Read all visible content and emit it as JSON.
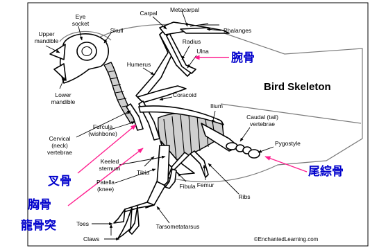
{
  "title": "Bird Skeleton",
  "credit": "©EnchantedLearning.com",
  "labels": {
    "eye_socket_1": "Eye",
    "eye_socket_2": "socket",
    "skull": "Skull",
    "upper_mandible_1": "Upper",
    "upper_mandible_2": "mandible",
    "lower_mandible_1": "Lower",
    "lower_mandible_2": "mandible",
    "carpal": "Carpal",
    "metacarpal": "Metacarpal",
    "phalanges": "Phalanges",
    "radius": "Radius",
    "ulna": "Ulna",
    "humerus": "Humerus",
    "coracoid": "Coracoid",
    "ilium": "Ilium",
    "caudal_1": "Caudal (tail)",
    "caudal_2": "vertebrae",
    "pygostyle": "Pygostyle",
    "cervical_1": "Cervical",
    "cervical_2": "(neck)",
    "cervical_3": "vertebrae",
    "furcula_1": "Furcula",
    "furcula_2": "(wishbone)",
    "keeled_1": "Keeled",
    "keeled_2": "sternum",
    "patella_1": "Patella",
    "patella_2": "(knee)",
    "tibia": "Tibia",
    "fibula": "Fibula",
    "femur": "Femur",
    "ribs": "Ribs",
    "tarsometatarsus": "Tarsometatarsus",
    "toes": "Toes",
    "claws": "Claws"
  },
  "annotations": {
    "ulna_zh": "腕骨",
    "pygostyle_zh": "尾綜骨",
    "furcula_zh": "叉骨",
    "sternum_zh": "胸骨",
    "keel_zh": "龍骨突"
  },
  "colors": {
    "annotation_text": "#0000cc",
    "annotation_arrow": "#ff1d8e",
    "bone_fill": "#ffffff",
    "bone_shade": "#cfcfcf"
  }
}
